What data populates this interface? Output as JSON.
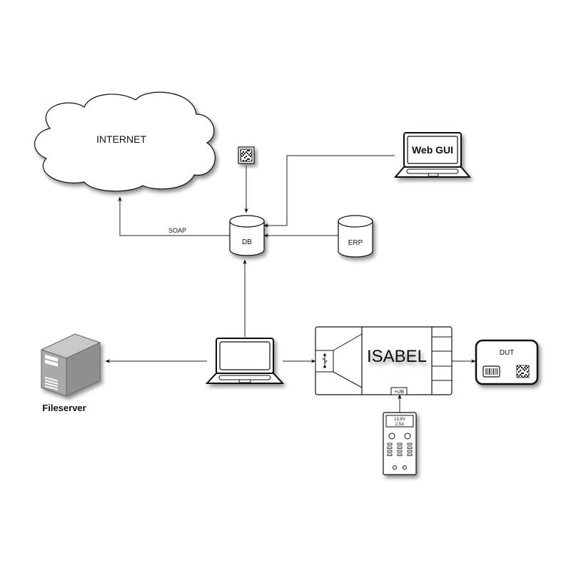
{
  "diagram": {
    "nodes": {
      "internet": {
        "label": "INTERNET",
        "type": "cloud"
      },
      "db": {
        "label": "DB",
        "type": "database"
      },
      "erp": {
        "label": "ERP",
        "type": "database"
      },
      "web_gui": {
        "label": "Web GUI",
        "type": "laptop"
      },
      "datamatrix_code": {
        "label": "",
        "type": "datamatrix"
      },
      "fileserver": {
        "label": "Fileserver",
        "type": "server"
      },
      "client_laptop": {
        "label": "",
        "type": "laptop"
      },
      "isabel": {
        "label": "ISABEL",
        "type": "device",
        "port_label": "+UB",
        "usb_icon": "usb-icon"
      },
      "dut": {
        "label": "DUT",
        "type": "device-under-test",
        "icons": [
          "barcode-icon",
          "datamatrix-icon"
        ]
      },
      "power_supply": {
        "label": "",
        "type": "power-supply",
        "display_line1": "13,8V",
        "display_line2": "2,5A"
      }
    },
    "edges": [
      {
        "from": "db",
        "to": "internet",
        "label": "SOAP"
      },
      {
        "from": "datamatrix_code",
        "to": "db",
        "label": ""
      },
      {
        "from": "web_gui",
        "to": "db",
        "label": ""
      },
      {
        "from": "erp",
        "to": "db",
        "label": ""
      },
      {
        "from": "client_laptop",
        "to": "db",
        "label": ""
      },
      {
        "from": "client_laptop",
        "to": "fileserver",
        "label": ""
      },
      {
        "from": "client_laptop",
        "to": "isabel",
        "label": ""
      },
      {
        "from": "isabel",
        "to": "dut",
        "label": ""
      },
      {
        "from": "power_supply",
        "to": "isabel",
        "label": ""
      }
    ]
  }
}
